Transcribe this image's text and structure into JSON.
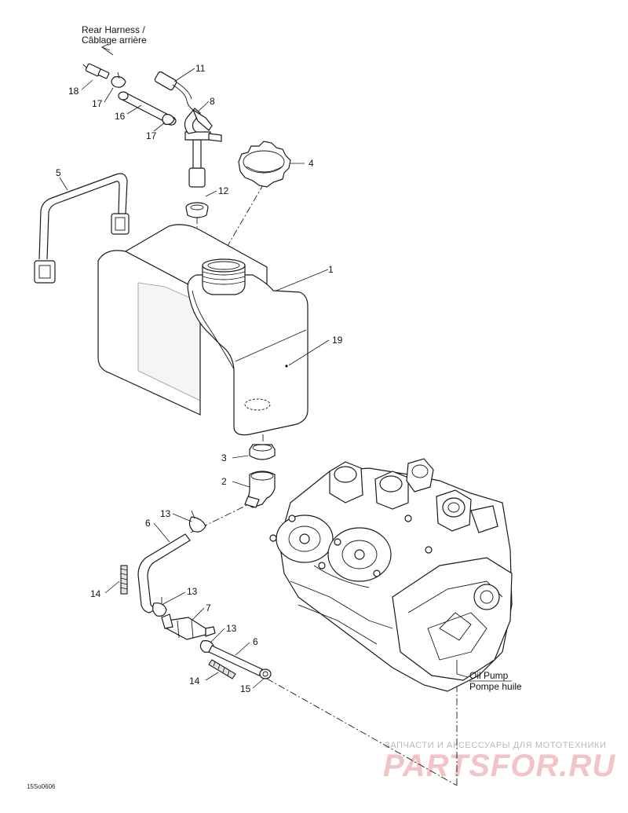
{
  "callouts": {
    "c1": "1",
    "c2": "2",
    "c3": "3",
    "c4": "4",
    "c5": "5",
    "c6a": "6",
    "c6b": "6",
    "c7": "7",
    "c8": "8",
    "c11": "11",
    "c12": "12",
    "c13a": "13",
    "c13b": "13",
    "c13c": "13",
    "c14a": "14",
    "c14b": "14",
    "c15": "15",
    "c16": "16",
    "c17a": "17",
    "c17b": "17",
    "c18": "18",
    "c19": "19"
  },
  "notes": {
    "rear_harness_en": "Rear Harness /",
    "rear_harness_fr": "Câblage arrière",
    "oil_pump_en": "Oil Pump",
    "oil_pump_fr": "Pompe huile"
  },
  "drawing_code": "15So0606",
  "watermark": {
    "line1": "ЗАПЧАСТИ И АКСЕССУАРЫ ДЛЯ МОТОТЕХНИКИ",
    "line2": "PARTSFOR.RU"
  }
}
